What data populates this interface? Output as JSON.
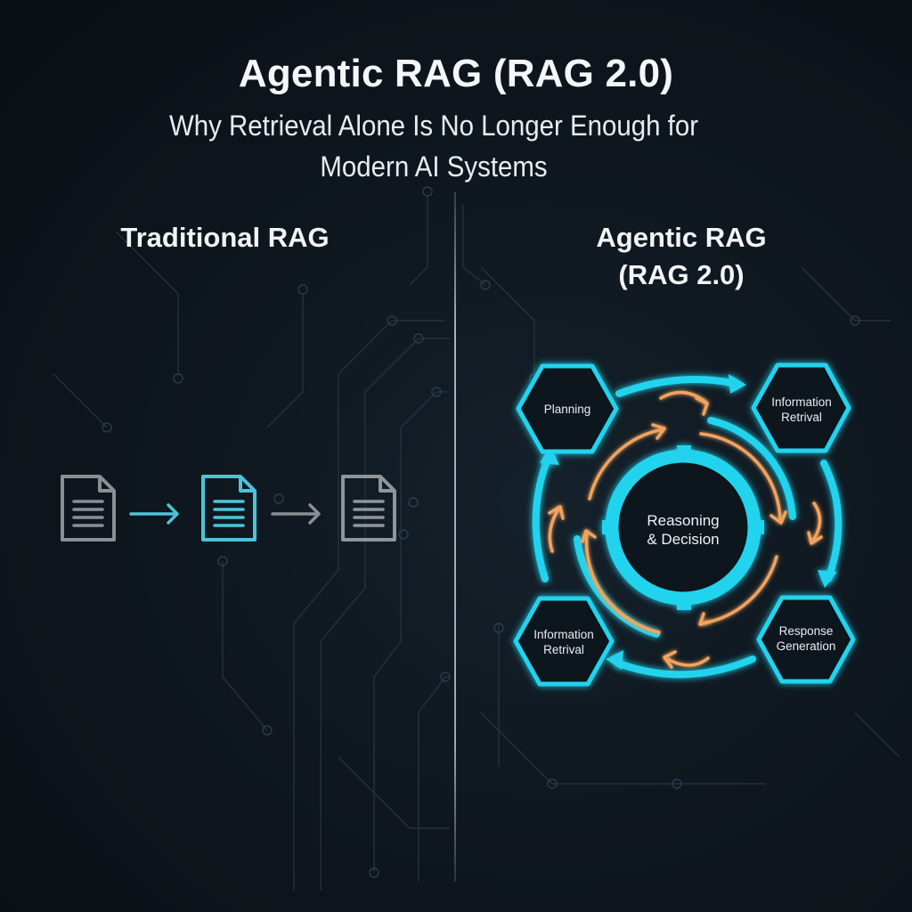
{
  "header": {
    "title": "Agentic RAG (RAG 2.0)",
    "subtitle_line1": "Why Retrieval Alone Is No Longer Enough for",
    "subtitle_line2": "Modern AI Systems"
  },
  "left_panel": {
    "heading": "Traditional RAG",
    "flow": [
      {
        "icon": "document-icon",
        "color": "#8a8f93"
      },
      {
        "icon": "arrow-right-icon",
        "color": "#4cc3d9"
      },
      {
        "icon": "document-icon",
        "color": "#4cc3d9"
      },
      {
        "icon": "arrow-right-icon",
        "color": "#8a8f93"
      },
      {
        "icon": "document-icon",
        "color": "#8a8f93"
      }
    ]
  },
  "right_panel": {
    "heading_line1": "Agentic RAG",
    "heading_line2": "(RAG 2.0)",
    "center": {
      "line1": "Reasoning",
      "line2": "& Decision"
    },
    "nodes": [
      {
        "id": "top-left",
        "line1": "Planning",
        "line2": ""
      },
      {
        "id": "top-right",
        "line1": "Information",
        "line2": "Retrival"
      },
      {
        "id": "bottom-left",
        "line1": "Information",
        "line2": "Retrival"
      },
      {
        "id": "bottom-right",
        "line1": "Response",
        "line2": "Generation"
      }
    ]
  },
  "colors": {
    "background": "#0f171f",
    "cyan_accent": "#22d3ee",
    "orange_accent": "#f0a35e",
    "muted_gray": "#8a8f93",
    "circuit_lines": "#2a3a46"
  }
}
